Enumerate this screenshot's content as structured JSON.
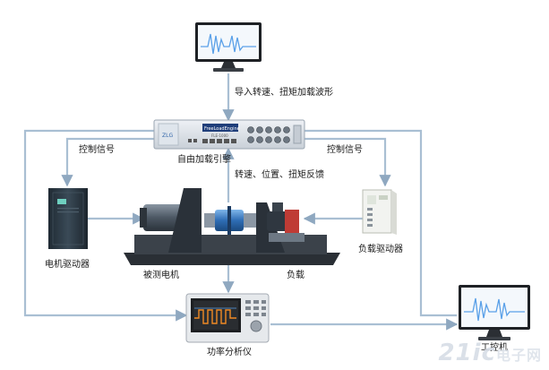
{
  "labels": {
    "import_waveform": "导入转速、扭矩加载波形",
    "control_signal_left": "控制信号",
    "control_signal_right": "控制信号",
    "engine": "自由加载引擎",
    "feedback": "转速、位置、扭矩反馈",
    "motor_driver": "电机驱动器",
    "load_driver": "负载驱动器",
    "motor_under_test": "被测电机",
    "load": "负载",
    "power_analyzer": "功率分析仪",
    "pc": "工控机"
  },
  "device_text": {
    "engine_brand": "FreeLoadEngine",
    "engine_model": "FLE-1000",
    "engine_logo": "ZLG"
  },
  "watermark": {
    "main": "21ic",
    "sub": "电子网"
  },
  "colors": {
    "line": "#a9bfd3",
    "arrow": "#8fa8c0",
    "screen_wave": "#5aa0e8"
  }
}
